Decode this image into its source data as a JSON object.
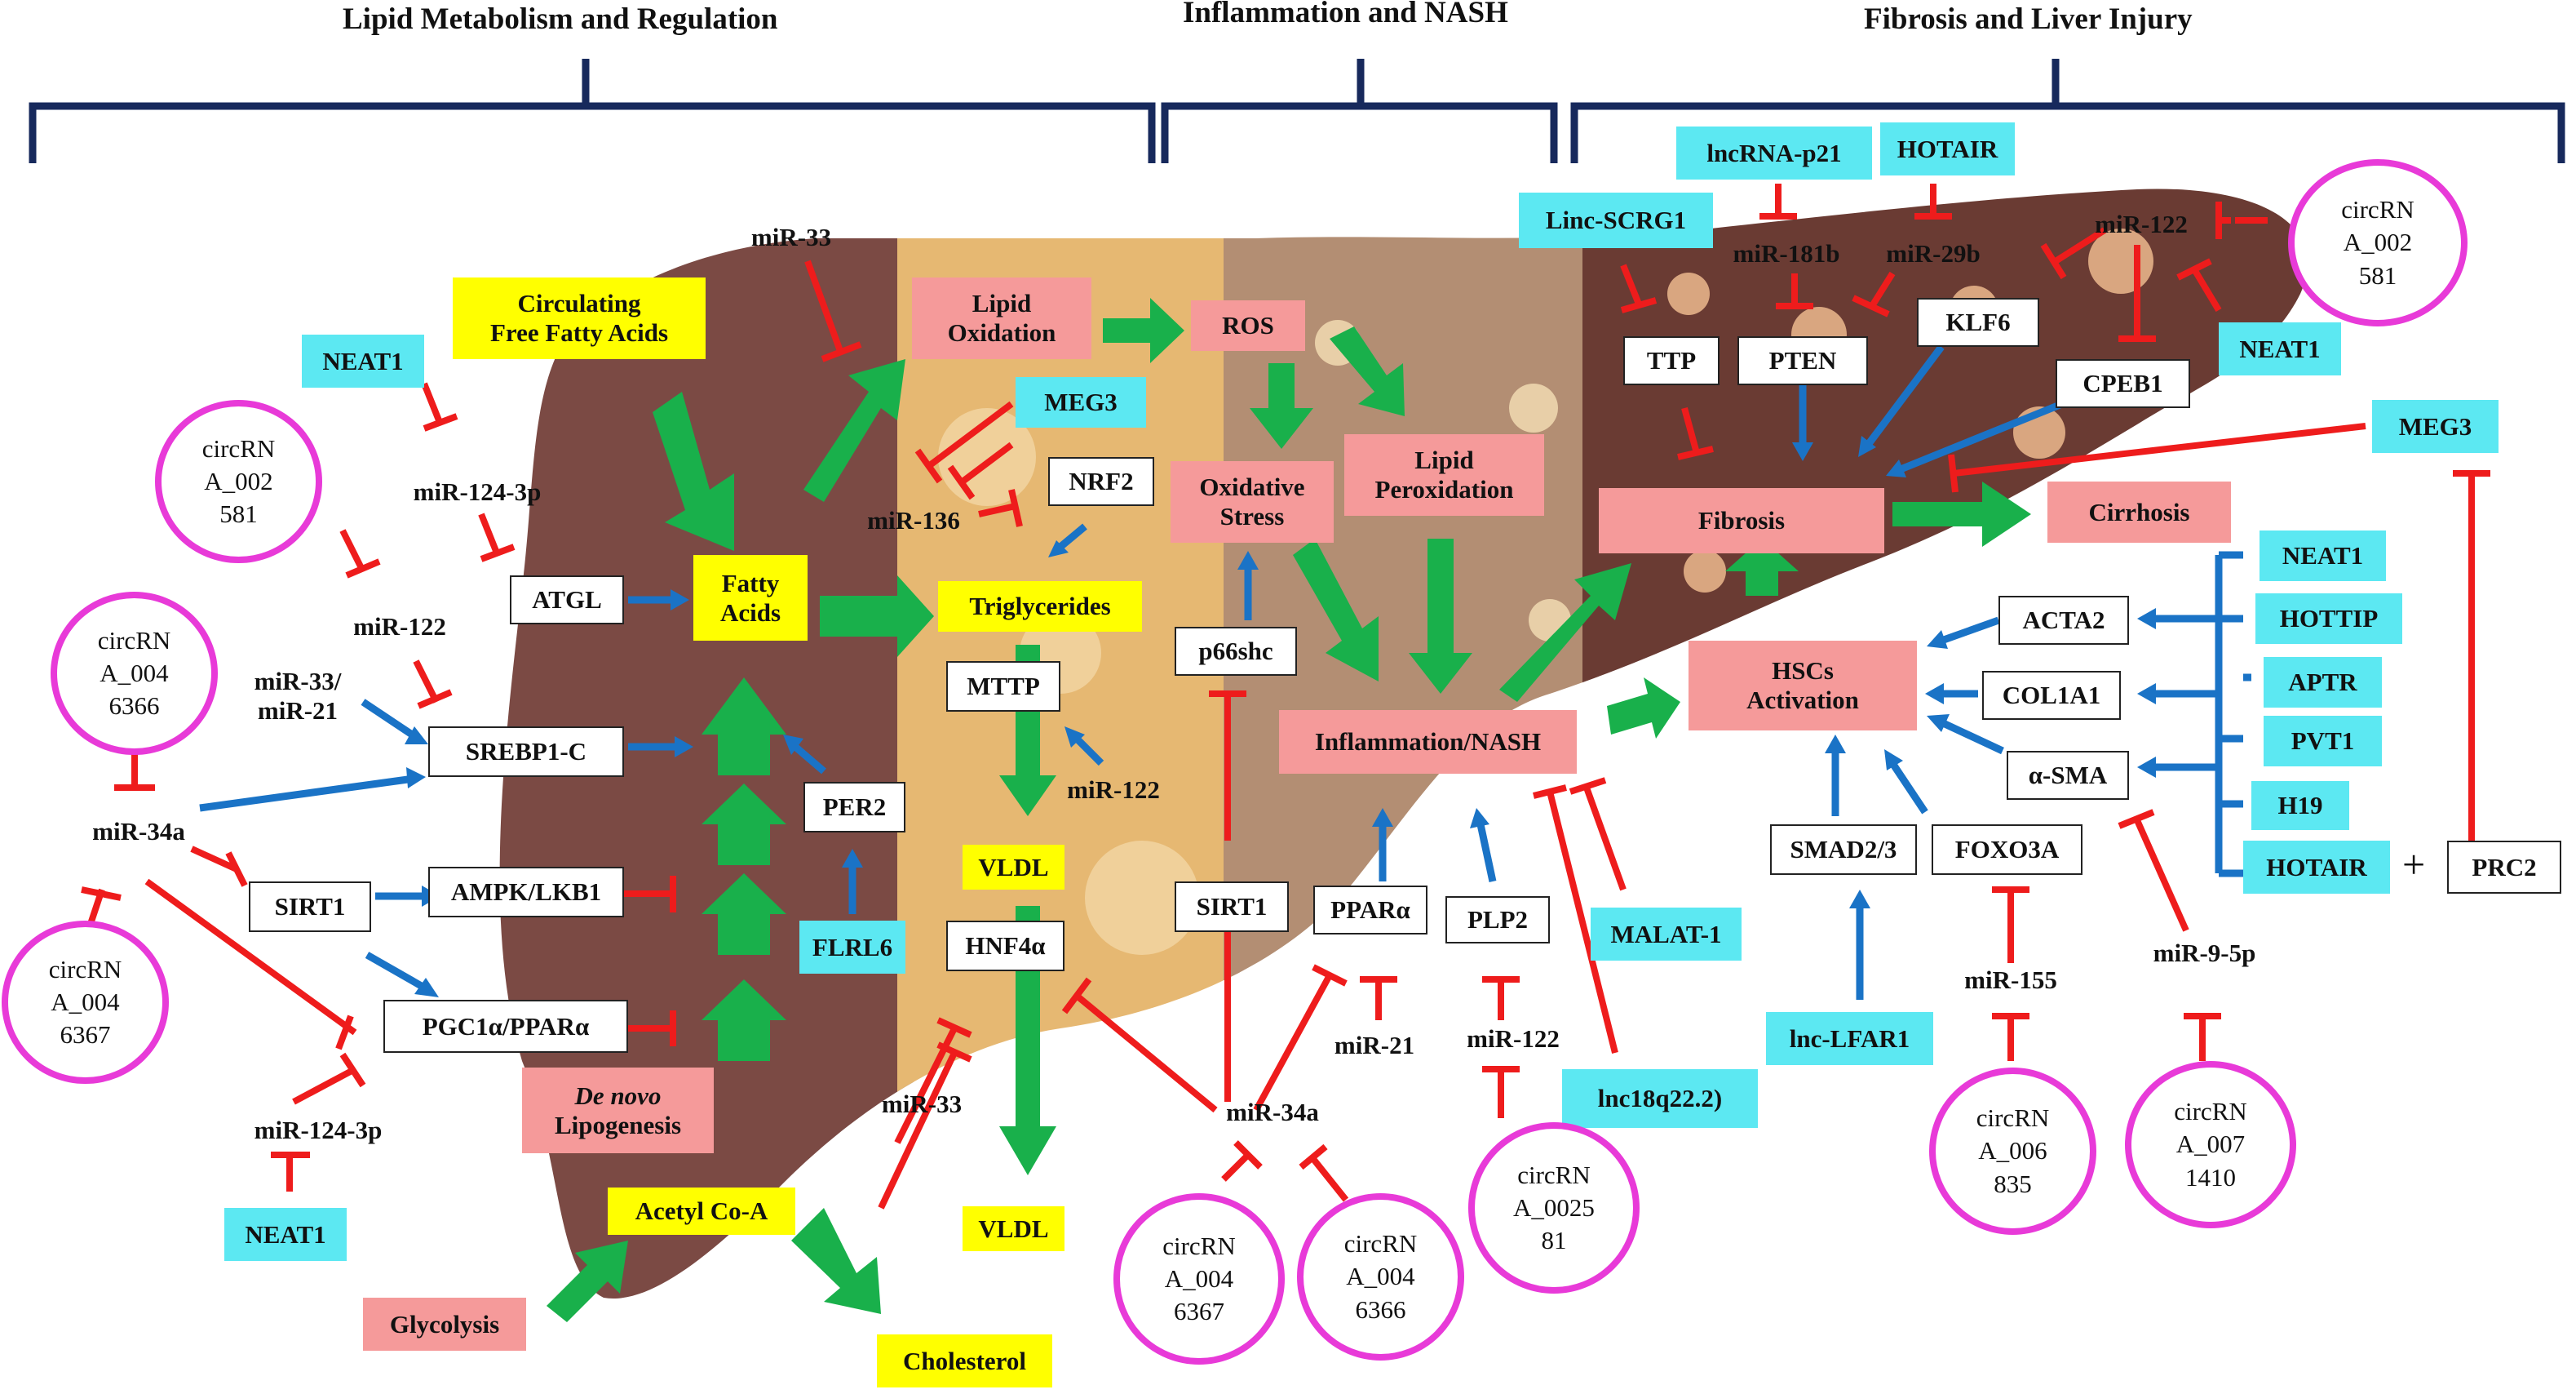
{
  "headers": {
    "lipid": "Lipid Metabolism and Regulation",
    "inflammation": "Inflammation and NASH",
    "fibrosis": "Fibrosis and Liver Injury"
  },
  "nodes": {
    "circulating_ffa": "Circulating\nFree Fatty Acids",
    "neat1_left": "NEAT1",
    "mir124_3p_top": "miR-124-3p",
    "atgl": "ATGL",
    "mir122_left": "miR-122",
    "mir33_mir21": "miR-33/\nmiR-21",
    "srebp1c": "SREBP1-C",
    "mir34a_left": "miR-34a",
    "sirt1_left": "SIRT1",
    "ampk_lkb1": "AMPK/LKB1",
    "pgc1a_ppara": "PGC1α/PPARα",
    "mir124_3p_bottom": "miR-124-3p",
    "neat1_bottom": "NEAT1",
    "fatty_acids": "Fatty\nAcids",
    "per2": "PER2",
    "flrl6": "FLRL6",
    "de_novo": "De novo",
    "lipogenesis": "Lipogenesis",
    "acetyl_coa": "Acetyl Co-A",
    "glycolysis": "Glycolysis",
    "cholesterol": "Cholesterol",
    "mir33_top": "miR-33",
    "lipid_oxidation": "Lipid\nOxidation",
    "meg3_mid": "MEG3",
    "nrf2": "NRF2",
    "mir136": "miR-136",
    "triglycerides": "Triglycerides",
    "mttp": "MTTP",
    "mir122_mid": "miR-122",
    "vldl_1": "VLDL",
    "hnf4a": "HNF4α",
    "mir33_bottom": "miR-33",
    "vldl_2": "VLDL",
    "ros": "ROS",
    "oxidative_stress": "Oxidative\nStress",
    "lipid_peroxidation": "Lipid\nPeroxidation",
    "p66shc": "p66shc",
    "inflammation_nash": "Inflammation/NASH",
    "sirt1_mid": "SIRT1",
    "ppara": "PPARα",
    "plp2": "PLP2",
    "mir21": "miR-21",
    "mir122_plp2": "miR-122",
    "mir34a_mid": "miR-34a",
    "malat1": "MALAT-1",
    "lnc18q22": "lnc18q22.2)",
    "linc_scrg1": "Linc-SCRG1",
    "lncrna_p21": "lncRNA-p21",
    "hotair_top": "HOTAIR",
    "mir181b": "miR-181b",
    "mir29b": "miR-29b",
    "ttp": "TTP",
    "pten": "PTEN",
    "klf6": "KLF6",
    "mir122_right": "miR-122",
    "cpeb1": "CPEB1",
    "neat1_right": "NEAT1",
    "meg3_right": "MEG3",
    "fibrosis": "Fibrosis",
    "cirrhosis": "Cirrhosis",
    "hscs_activation": "HSCs\nActivation",
    "acta2": "ACTA2",
    "col1a1": "COL1A1",
    "asma": "α-SMA",
    "smad23": "SMAD2/3",
    "foxo3a": "FOXO3A",
    "lnc_lfar1": "lnc-LFAR1",
    "mir155": "miR-155",
    "mir9_5p": "miR-9-5p",
    "neat1_list": "NEAT1",
    "hottip": "HOTTIP",
    "aptr": "APTR",
    "pvt1": "PVT1",
    "h19": "H19",
    "hotair_list": "HOTAIR",
    "plus": "+",
    "prc2": "PRC2"
  },
  "circles": {
    "c_002581_left": "circRN\nA_002\n581",
    "c_0046366_left": "circRN\nA_004\n6366",
    "c_0046367_left": "circRN\nA_004\n6367",
    "c_0046367_mid": "circRN\nA_004\n6367",
    "c_0046366_mid": "circRN\nA_004\n6366",
    "c_002581_mid": "circRN\nA_0025\n81",
    "c_002581_right": "circRN\nA_002\n581",
    "c_006835": "circRN\nA_006\n835",
    "c_0071410": "circRN\nA_007\n1410"
  },
  "colors": {
    "activation_arrow": "#19b04b",
    "regulatory_arrow": "#1a73c6",
    "inhibition": "#ee1c1c",
    "bracket": "#17295c",
    "lncrna_box": "#5ce8f2",
    "metabolite_box": "#ffff00",
    "process_box": "#f59a9a",
    "circrna_ring": "#e83ad8"
  }
}
